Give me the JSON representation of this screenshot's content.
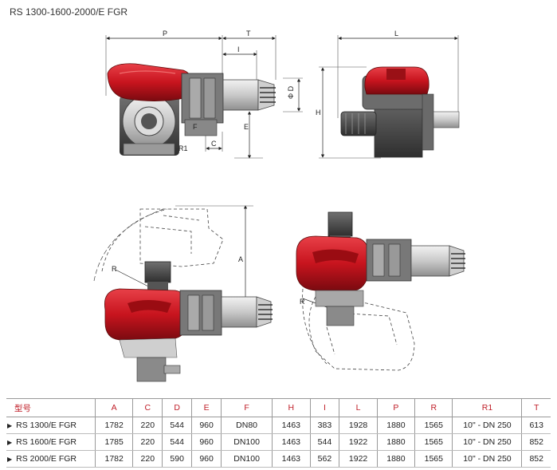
{
  "title": "RS 1300-1600-2000/E FGR",
  "labels": {
    "p": "P",
    "t": "T",
    "i": "I",
    "l": "L",
    "h": "H",
    "d": "Φ D",
    "e": "E",
    "f": "F",
    "c": "C",
    "r1": "R1",
    "a": "A",
    "r_left": "R",
    "r_right": "R"
  },
  "table": {
    "headers": [
      "型号",
      "A",
      "C",
      "D",
      "E",
      "F",
      "H",
      "I",
      "L",
      "P",
      "R",
      "R1",
      "T"
    ],
    "rows": [
      [
        "RS 1300/E FGR",
        "1782",
        "220",
        "544",
        "960",
        "DN80",
        "1463",
        "383",
        "1928",
        "1880",
        "1565",
        "10\"  - DN 250",
        "613"
      ],
      [
        "RS 1600/E FGR",
        "1785",
        "220",
        "544",
        "960",
        "DN100",
        "1463",
        "544",
        "1922",
        "1880",
        "1565",
        "10\"  - DN 250",
        "852"
      ],
      [
        "RS 2000/E FGR",
        "1782",
        "220",
        "590",
        "960",
        "DN100",
        "1463",
        "562",
        "1922",
        "1880",
        "1565",
        "10\"  - DN 250",
        "852"
      ]
    ]
  },
  "colors": {
    "burner_red": "#c8141e",
    "header_red": "#c0202a",
    "steel": "#b9b9b9"
  }
}
